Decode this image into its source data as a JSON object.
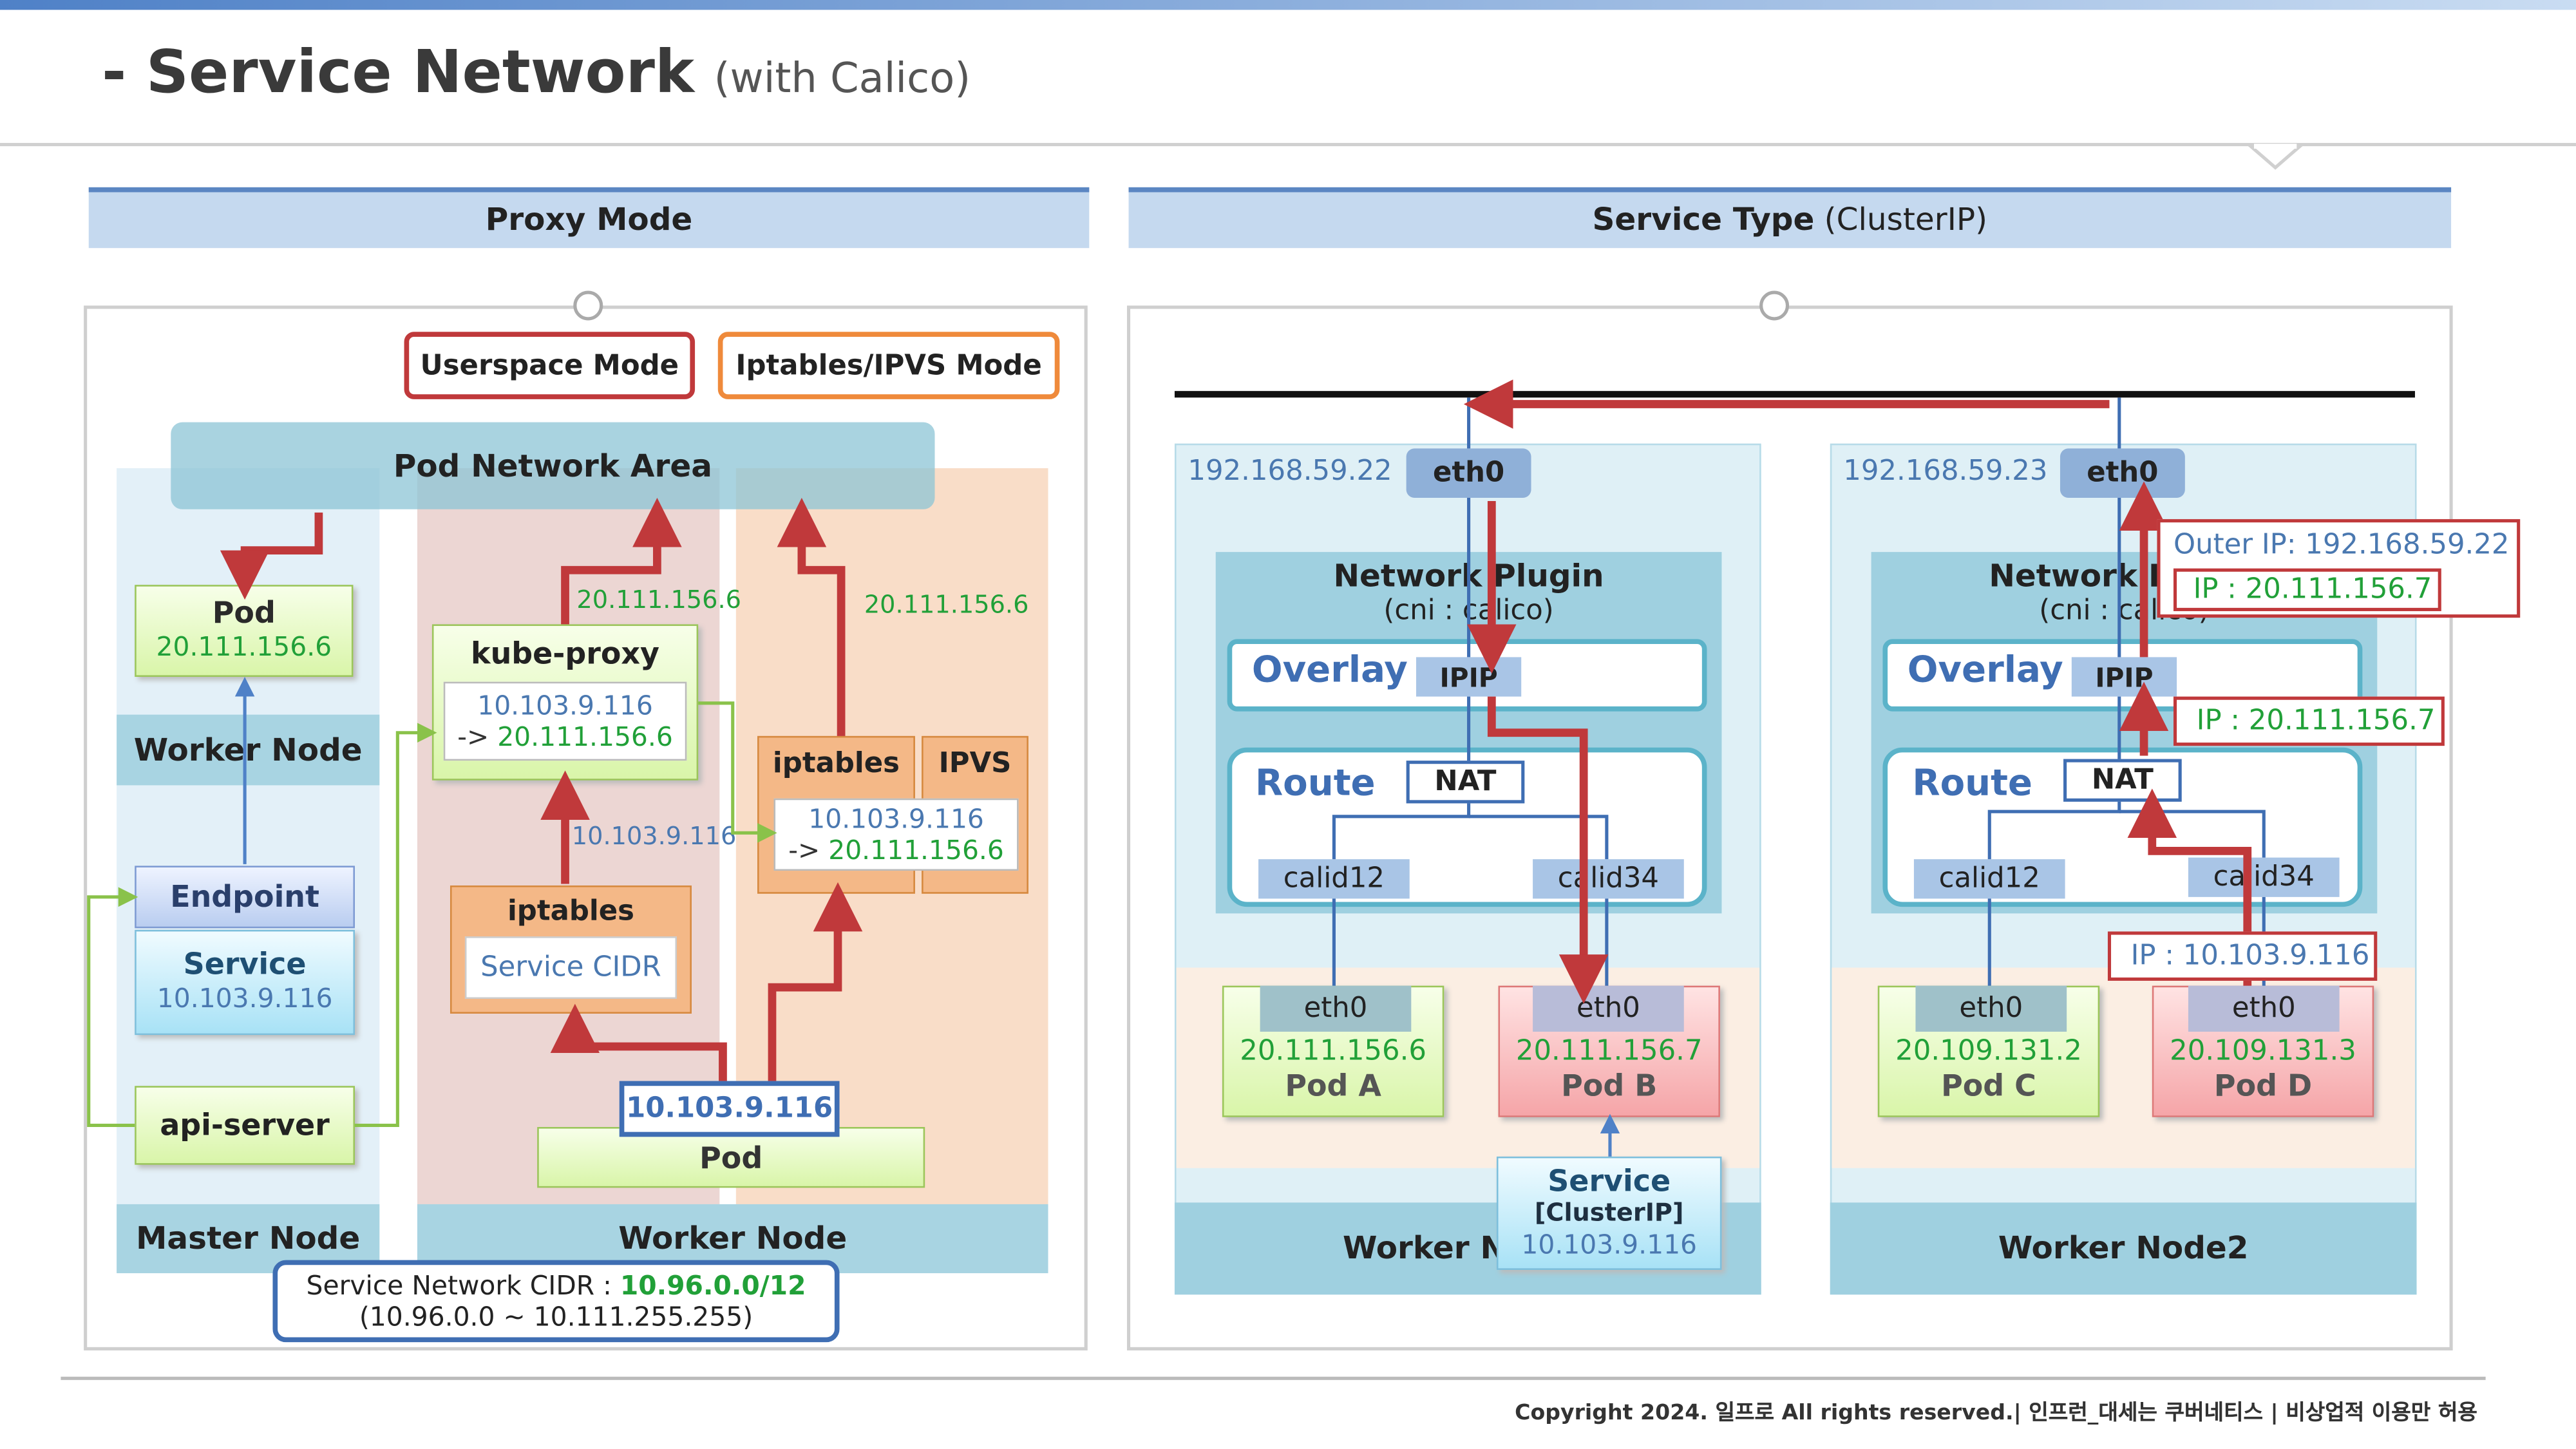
{
  "title": {
    "dash": "-",
    "main": "Service Network",
    "sub": "(with Calico)"
  },
  "left": {
    "header": "Proxy Mode",
    "userspace_mode": "Userspace Mode",
    "iptables_ipvs_mode": "Iptables/IPVS Mode",
    "pod_network_area": "Pod Network Area",
    "pod_label": "Pod",
    "pod_ip": "20.111.156.6",
    "worker_node": "Worker Node",
    "endpoint": "Endpoint",
    "service": "Service",
    "service_ip": "10.103.9.116",
    "api_server": "api-server",
    "master_node": "Master Node",
    "kube_proxy": "kube-proxy",
    "kp_ip1": "10.103.9.116",
    "kp_arrow": "->",
    "kp_ip2": "20.111.156.6",
    "arrow_ip_a": "20.111.156.6",
    "arrow_ip_b": "10.103.9.116",
    "arrow_ip_c": "20.111.156.6",
    "iptables1": "iptables",
    "service_cidr": "Service CIDR",
    "iptables2": "iptables",
    "ipvs": "IPVS",
    "ipt_ip1": "10.103.9.116",
    "ipt_arrow": "->",
    "ipt_ip2": "20.111.156.6",
    "client_pod_ip": "10.103.9.116",
    "client_pod": "Pod",
    "worker_node_bottom": "Worker Node",
    "cidr_label": "Service Network CIDR :",
    "cidr_value": "10.96.0.0/12",
    "cidr_range": "(10.96.0.0 ~ 10.111.255.255)"
  },
  "right": {
    "header_bold": "Service Type",
    "header_rest": "(ClusterIP)",
    "node1": {
      "host_ip": "192.168.59.22",
      "eth0": "eth0",
      "plugin": "Network Plugin",
      "cni": "(cni : calico)",
      "overlay": "Overlay",
      "ipip": "IPIP",
      "route": "Route",
      "nat": "NAT",
      "calid12": "calid12",
      "calid34": "calid34",
      "pod_a": {
        "eth": "eth0",
        "ip": "20.111.156.6",
        "name": "Pod A"
      },
      "pod_b": {
        "eth": "eth0",
        "ip": "20.111.156.7",
        "name": "Pod B"
      },
      "node_label": "Worker Node1"
    },
    "service_box": {
      "line1": "Service",
      "line2": "[ClusterIP]",
      "ip": "10.103.9.116"
    },
    "node2": {
      "host_ip": "192.168.59.23",
      "eth0": "eth0",
      "plugin": "Network Plugin",
      "cni": "(cni : calico)",
      "overlay": "Overlay",
      "ipip": "IPIP",
      "route": "Route",
      "nat": "NAT",
      "calid12": "calid12",
      "calid34": "calid34",
      "pod_c": {
        "eth": "eth0",
        "ip": "20.109.131.2",
        "name": "Pod C"
      },
      "pod_d": {
        "eth": "eth0",
        "ip": "20.109.131.3",
        "name": "Pod D"
      },
      "node_label": "Worker Node2"
    },
    "callout_outer": "Outer IP: 192.168.59.22",
    "callout_outer_ip": "IP : 20.111.156.7",
    "callout_ip2": "IP : 20.111.156.7",
    "callout_ip3": "IP : 10.103.9.116"
  },
  "footer": "Copyright 2024. 일프로 All rights reserved.| 인프런_대세는 쿠버네티스 | 비상업적 이용만 허용",
  "colors": {
    "accent_red": "#c0393b",
    "green_text": "#21a038",
    "blue_text": "#4a78b0",
    "header_fill": "#c5d9ef"
  }
}
